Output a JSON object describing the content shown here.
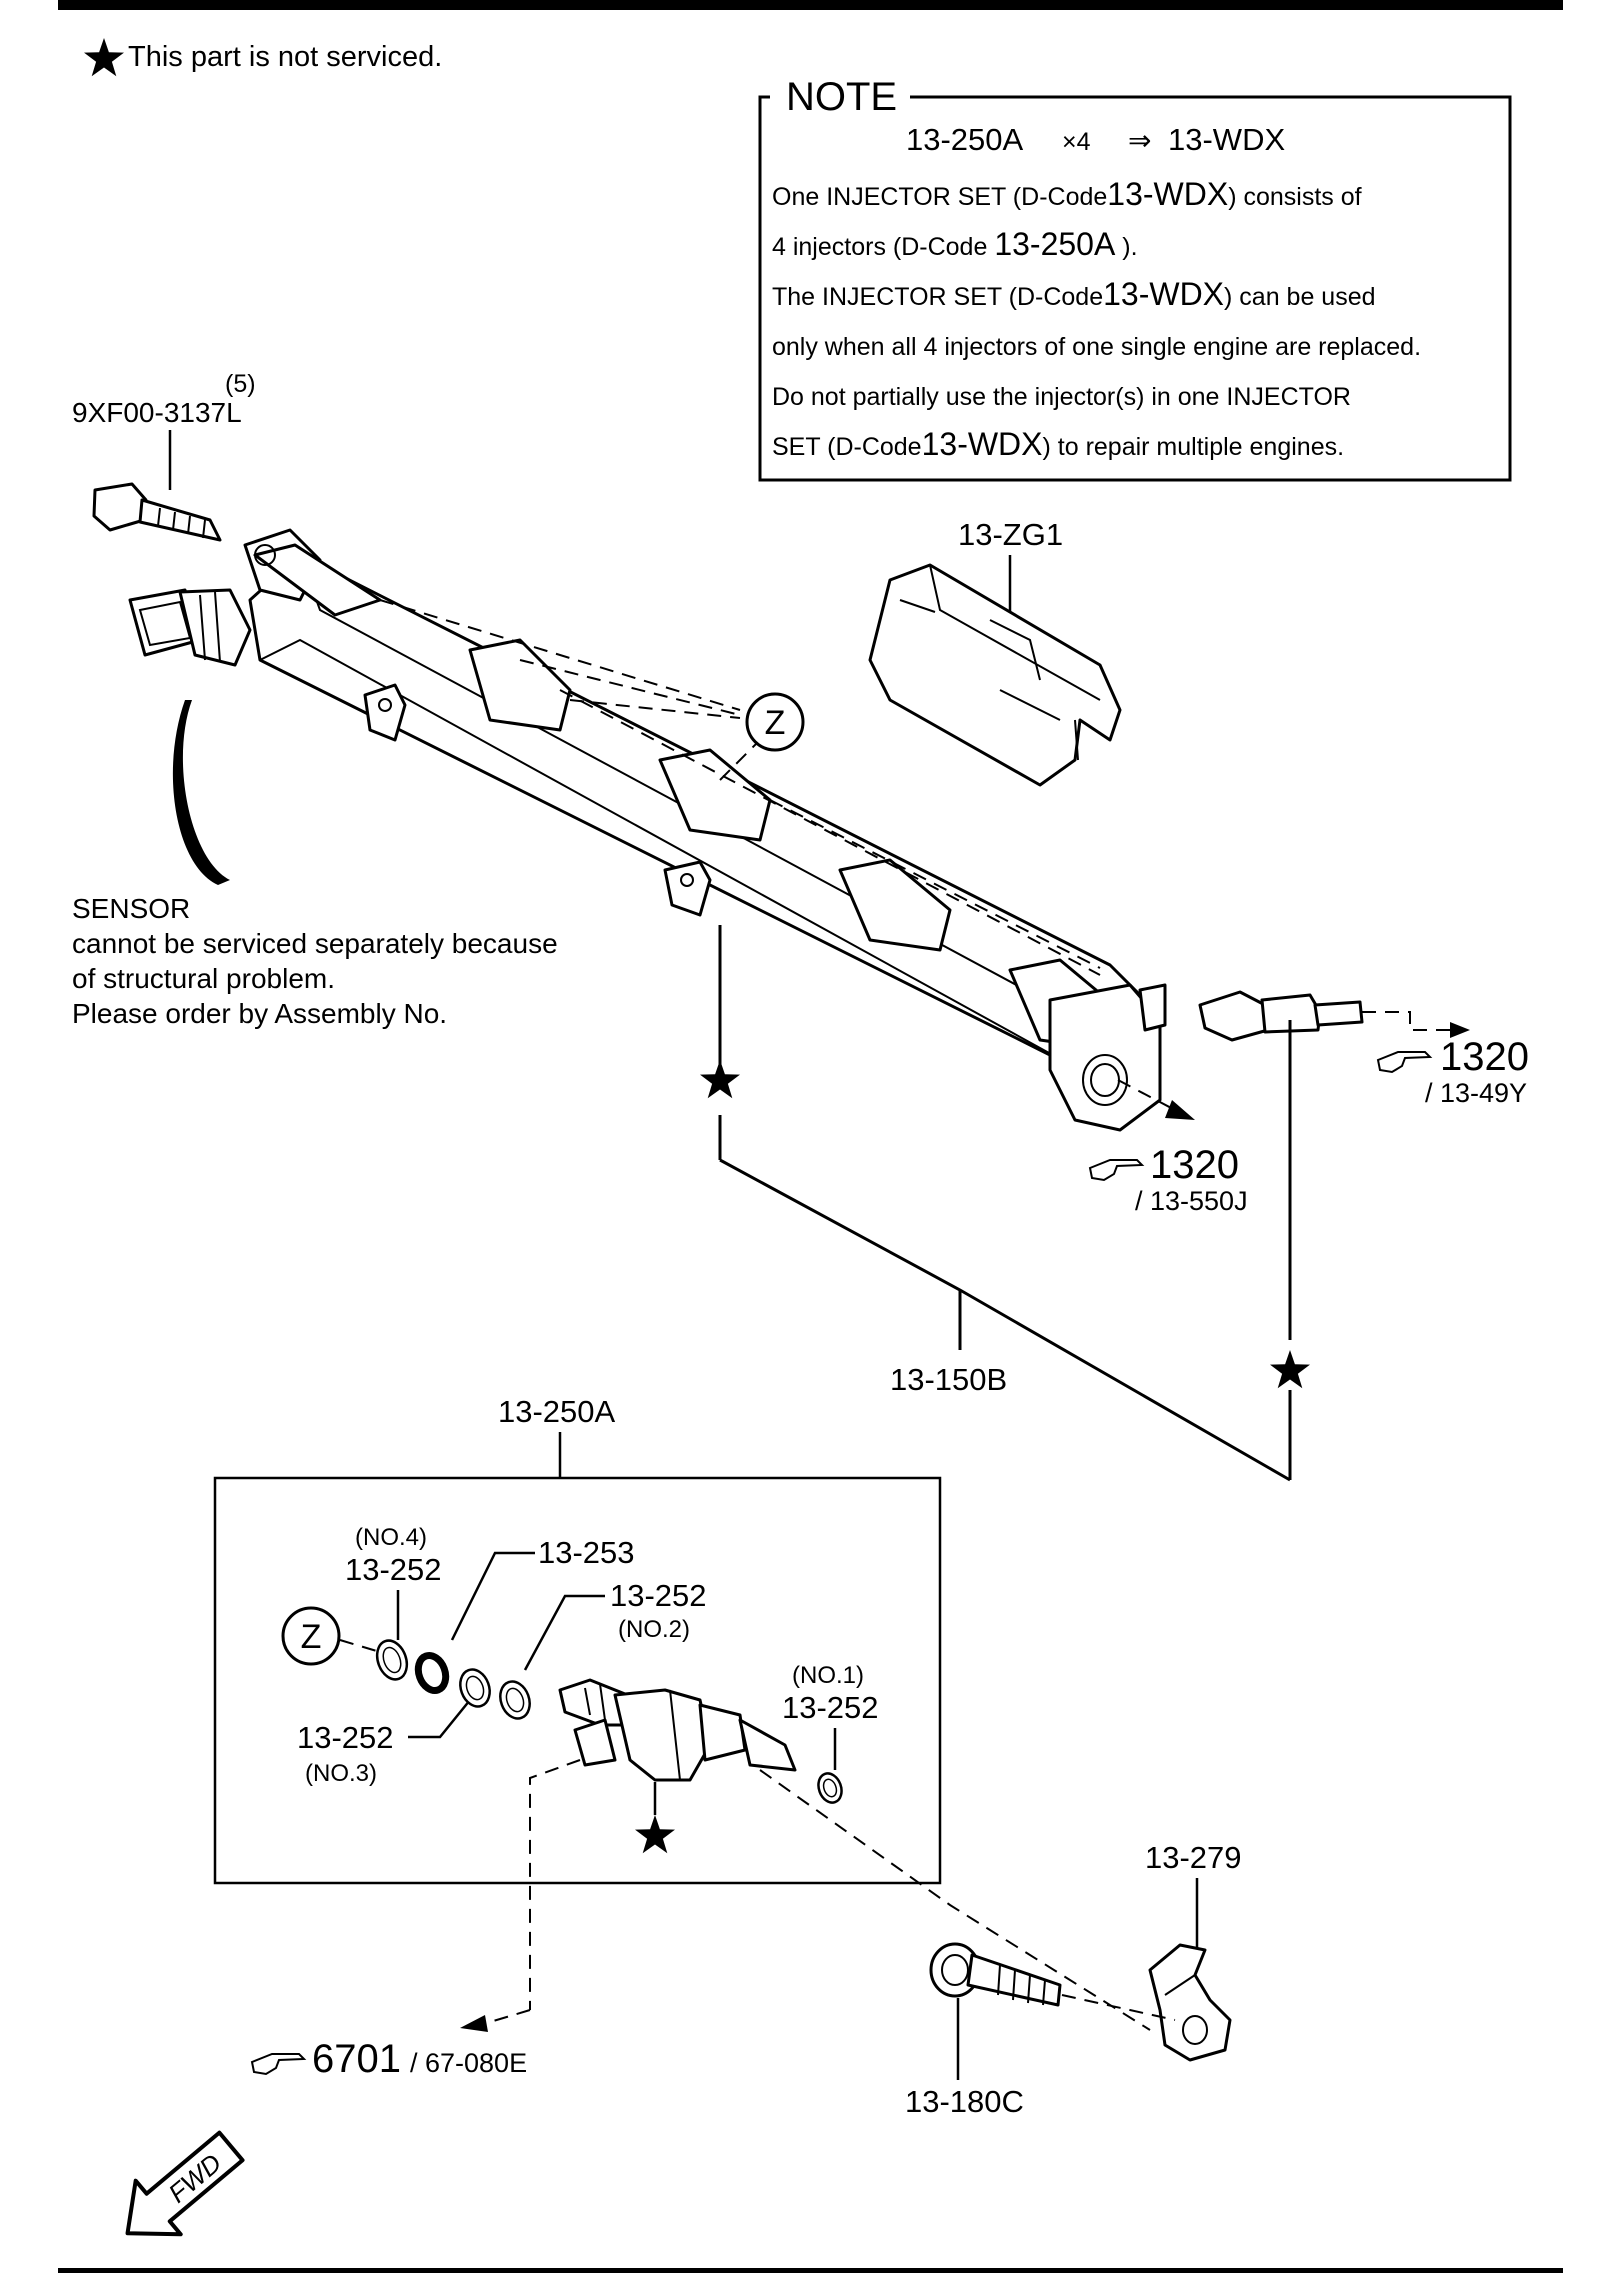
{
  "header": {
    "legend": "This part is not serviced."
  },
  "note": {
    "title": "NOTE",
    "formula": {
      "code": "13-250A",
      "multiplier": "×4",
      "arrow": "⇒",
      "result": "13-WDX"
    },
    "lines": [
      {
        "pre": "One INJECTOR SET (D-Code",
        "code": "13-WDX",
        "post": ") consists of"
      },
      {
        "pre": "4 injectors (D-Code ",
        "code": "13-250A",
        "post": " )."
      },
      {
        "pre": "The INJECTOR SET (D-Code",
        "code": "13-WDX",
        "post": ") can be used"
      },
      {
        "pre": "only when all 4 injectors of one single engine are replaced.",
        "code": "",
        "post": ""
      },
      {
        "pre": "Do not partially use the injector(s) in one INJECTOR",
        "code": "",
        "post": ""
      },
      {
        "pre": "SET (D-Code",
        "code": "13-WDX",
        "post": ") to repair multiple engines."
      }
    ]
  },
  "labels": {
    "bolt_qty": "(5)",
    "bolt_part": "9XF00-3137L",
    "cover": "13-ZG1",
    "ref_z": "Z",
    "fuel_rail": "13-150B",
    "injector_assy": "13-250A",
    "o_ring": "13-253",
    "seal_no4_qty": "(NO.4)",
    "seal_no4": "13-252",
    "seal_no2": "13-252",
    "seal_no2_qty": "(NO.2)",
    "seal_no1_qty": "(NO.1)",
    "seal_no1": "13-252",
    "seal_no3": "13-252",
    "seal_no3_qty": "(NO.3)",
    "clip": "13-279",
    "clip_bolt": "13-180C",
    "fwd": "FWD"
  },
  "sensor_note": [
    "SENSOR",
    "cannot be serviced separately because",
    "of structural problem.",
    "Please order by Assembly No."
  ],
  "references": {
    "ref1": {
      "page": "1320",
      "code": "/ 13-49Y"
    },
    "ref2": {
      "page": "1320",
      "code": "/ 13-550J"
    },
    "ref3": {
      "page": "6701",
      "code": "/ 67-080E"
    }
  },
  "icons": {
    "star": "star-icon",
    "pointing_hand": "pointing-hand-icon",
    "fwd_arrow": "fwd-arrow-icon"
  }
}
